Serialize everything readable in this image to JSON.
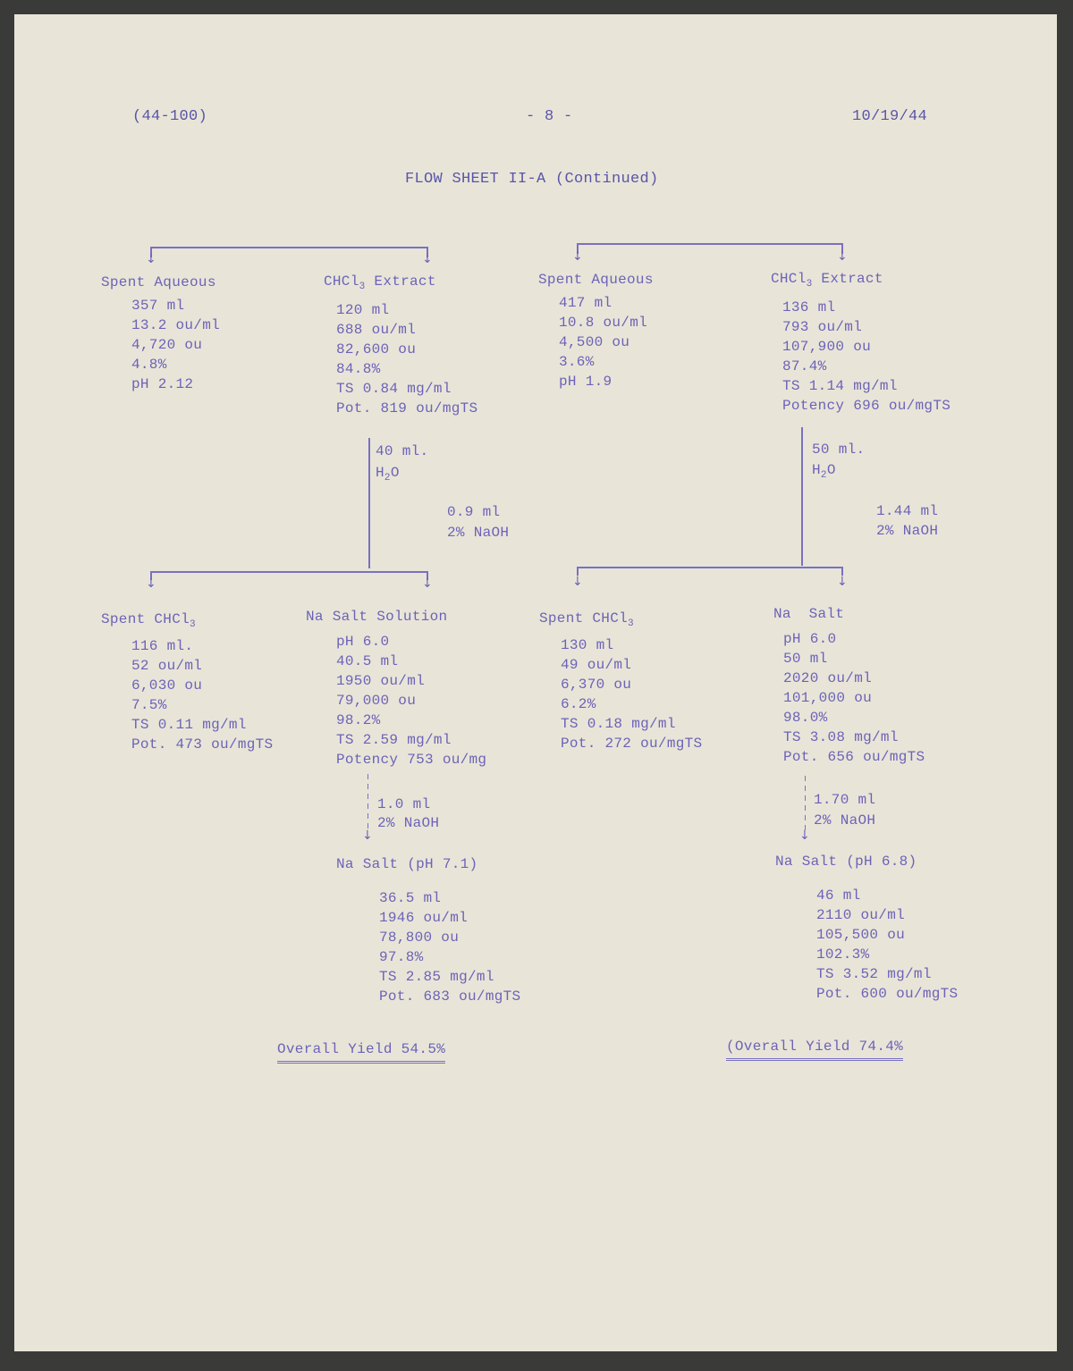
{
  "header": {
    "doc_number": "(44-100)",
    "page": "- 8 -",
    "date": "10/19/44"
  },
  "title": "FLOW SHEET II-A (Continued)",
  "left": {
    "spent_aqueous": {
      "title": "Spent Aqueous",
      "values": [
        "357 ml",
        "13.2 ou/ml",
        "4,720 ou",
        "4.8%",
        "pH 2.12"
      ]
    },
    "extract": {
      "title_main": "CHCl",
      "title_sub": "3",
      "title_rest": " Extract",
      "values": [
        "120 ml",
        "688 ou/ml",
        "82,600 ou",
        "84.8%",
        "TS 0.84 mg/ml",
        "Pot. 819 ou/mgTS"
      ]
    },
    "water_note": {
      "line1": "40 ml.",
      "line2_main": "H",
      "line2_sub": "2",
      "line2_rest": "O"
    },
    "naoh_note": {
      "line1": "0.9 ml",
      "line2": "2% NaOH"
    },
    "spent_chcl3": {
      "title_main": "Spent CHCl",
      "title_sub": "3",
      "values": [
        "116 ml.",
        "52 ou/ml",
        "6,030 ou",
        "7.5%",
        "TS 0.11 mg/ml",
        "Pot. 473 ou/mgTS"
      ]
    },
    "na_salt_solution": {
      "title": "Na Salt Solution",
      "values": [
        "pH 6.0",
        "40.5 ml",
        "1950 ou/ml",
        "79,000 ou",
        "98.2%",
        "TS 2.59 mg/ml",
        "Potency 753 ou/mg"
      ]
    },
    "naoh_note2": {
      "line1": "1.0 ml",
      "line2": "2% NaOH"
    },
    "final": {
      "title": "Na Salt (pH 7.1)",
      "values": [
        "36.5 ml",
        "1946 ou/ml",
        "78,800 ou",
        "97.8%",
        "TS 2.85 mg/ml",
        "Pot. 683 ou/mgTS"
      ]
    },
    "overall_yield": "Overall Yield 54.5%"
  },
  "right": {
    "spent_aqueous": {
      "title": "Spent Aqueous",
      "values": [
        "417 ml",
        "10.8 ou/ml",
        "4,500 ou",
        "3.6%",
        "pH 1.9"
      ]
    },
    "extract": {
      "title_main": "CHCl",
      "title_sub": "3",
      "title_rest": " Extract",
      "values": [
        "136 ml",
        "793 ou/ml",
        "107,900 ou",
        "87.4%",
        "TS 1.14 mg/ml",
        "Potency 696 ou/mgTS"
      ]
    },
    "water_note": {
      "line1": "50 ml.",
      "line2_main": "H",
      "line2_sub": "2",
      "line2_rest": "O"
    },
    "naoh_note": {
      "line1": "1.44 ml",
      "line2": "2% NaOH"
    },
    "spent_chcl3": {
      "title_main": "Spent CHCl",
      "title_sub": "3",
      "values": [
        "130 ml",
        "49 ou/ml",
        "6,370 ou",
        "6.2%",
        "TS 0.18 mg/ml",
        "Pot. 272 ou/mgTS"
      ]
    },
    "na_salt": {
      "title": "Na  Salt",
      "values": [
        "pH 6.0",
        "50 ml",
        "2020 ou/ml",
        "101,000 ou",
        "98.0%",
        "TS 3.08 mg/ml",
        "Pot. 656 ou/mgTS"
      ]
    },
    "naoh_note2": {
      "line1": "1.70 ml",
      "line2": "2% NaOH"
    },
    "final": {
      "title": "Na Salt (pH 6.8)",
      "values": [
        "46 ml",
        "2110 ou/ml",
        "105,500 ou",
        "102.3%",
        "TS 3.52 mg/ml",
        "Pot. 600 ou/mgTS"
      ]
    },
    "overall_yield": "(Overall Yield 74.4%"
  }
}
